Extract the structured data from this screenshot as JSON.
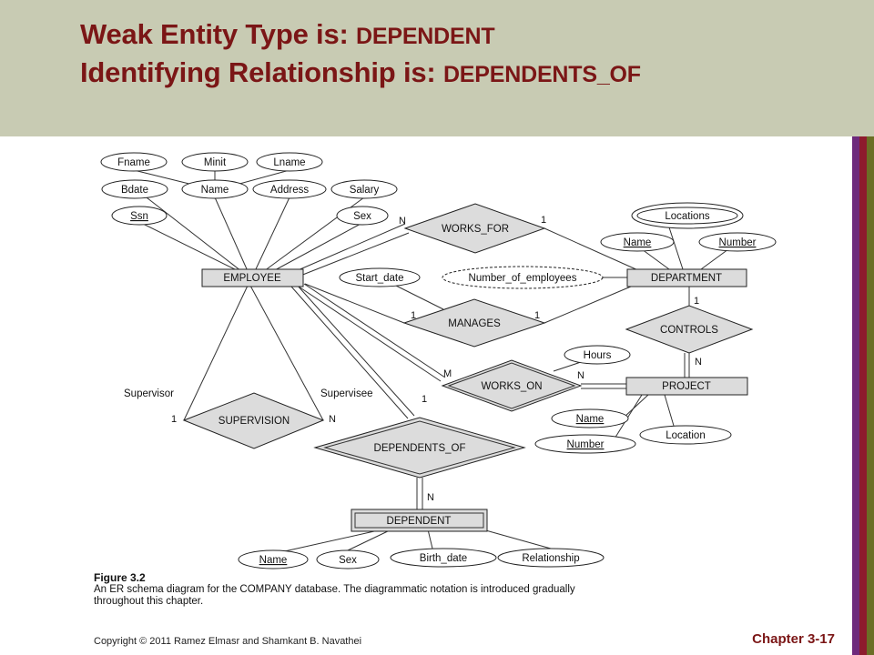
{
  "title": {
    "line1_prefix": "Weak Entity Type is: ",
    "line1_value": "DEPENDENT",
    "line2_prefix": "Identifying Relationship is: ",
    "line2_value": "DEPENDENTS_OF"
  },
  "colors": {
    "header_band": "#c8cbb3",
    "title_text": "#7b1616",
    "stripe_purple": "#6e2a7c",
    "stripe_red": "#8e1b2d",
    "stripe_olive": "#6b6e25"
  },
  "diagram": {
    "entities": {
      "employee": "EMPLOYEE",
      "department": "DEPARTMENT",
      "project": "PROJECT",
      "dependent": "DEPENDENT"
    },
    "relationships": {
      "works_for": "WORKS_FOR",
      "manages": "MANAGES",
      "works_on": "WORKS_ON",
      "controls": "CONTROLS",
      "supervision": "SUPERVISION",
      "dependents_of": "DEPENDENTS_OF"
    },
    "attributes": {
      "fname": "Fname",
      "minit": "Minit",
      "lname": "Lname",
      "bdate": "Bdate",
      "name": "Name",
      "address": "Address",
      "salary": "Salary",
      "ssn": "Ssn",
      "sex": "Sex",
      "locations": "Locations",
      "dept_name": "Name",
      "dept_number": "Number",
      "start_date": "Start_date",
      "number_of_employees": "Number_of_employees",
      "hours": "Hours",
      "proj_name": "Name",
      "proj_number": "Number",
      "location": "Location",
      "dep_name": "Name",
      "dep_sex": "Sex",
      "birth_date": "Birth_date",
      "relationship": "Relationship"
    },
    "roles": {
      "supervisor": "Supervisor",
      "supervisee": "Supervisee"
    },
    "cardinalities": {
      "wf_employee": "N",
      "wf_department": "1",
      "mg_employee": "1",
      "mg_department": "1",
      "wo_employee": "M",
      "wo_project": "N",
      "ct_department": "1",
      "ct_project": "N",
      "sv_supervisor": "1",
      "sv_supervisee": "N",
      "do_employee": "1",
      "do_dependent": "N"
    }
  },
  "figure": {
    "label": "Figure 3.2",
    "caption": "An ER schema diagram for the COMPANY database. The diagrammatic notation is introduced gradually throughout this chapter."
  },
  "footer": {
    "copyright": "Copyright © 2011 Ramez Elmasr and Shamkant B. Navathei",
    "chapter": "Chapter 3-17"
  }
}
